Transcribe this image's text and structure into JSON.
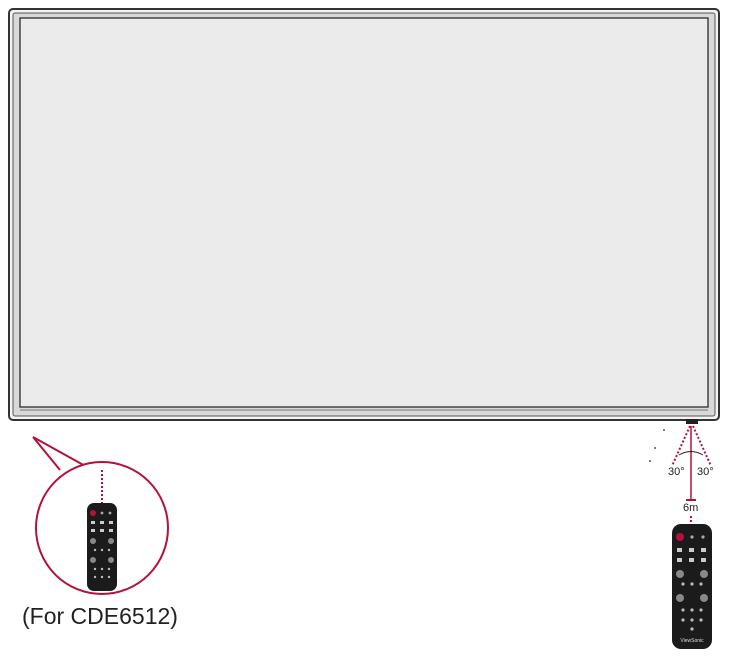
{
  "caption": "(For CDE6512)",
  "angle_left": "30°",
  "angle_right": "30°",
  "distance": "6m",
  "remote_brand": "ViewSonic",
  "colors": {
    "accent": "#b5123b",
    "screen": "#ebebeb",
    "bezel": "#3a3a3a",
    "remote_body": "#1b1b1b"
  }
}
